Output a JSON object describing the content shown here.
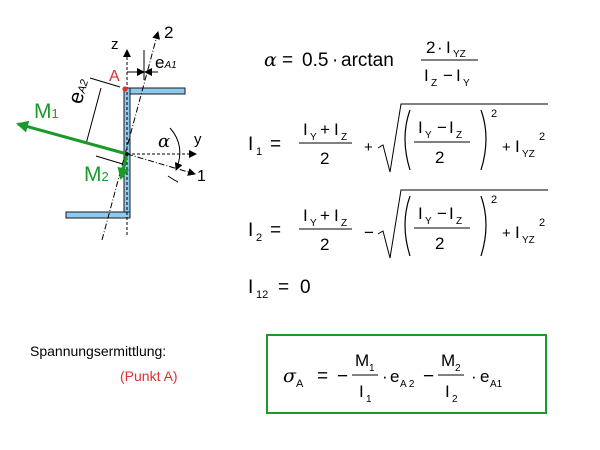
{
  "diagram": {
    "axis_z": "z",
    "axis_y": "y",
    "axis_1": "1",
    "axis_2": "2",
    "point_a": "A",
    "e_a1_main": "e",
    "e_a1_sub": "A1",
    "e_a2_main": "e",
    "e_a2_sub": "A2",
    "m1_main": "M",
    "m1_sub": "1",
    "m2_main": "M",
    "m2_sub": "2",
    "alpha": "α"
  },
  "formulas": {
    "alpha": {
      "lhs": "α",
      "eq": "=",
      "factor": "0.5",
      "dot": "·",
      "func": "arctan",
      "num_2": "2",
      "num_dot": "·",
      "num_i": "I",
      "num_sub": "YZ",
      "den_i1": "I",
      "den_sub1": "Z",
      "den_minus": "−",
      "den_i2": "I",
      "den_sub2": "Y"
    },
    "i1": {
      "i": "I",
      "sub": "1",
      "op": "+"
    },
    "i2": {
      "i": "I",
      "sub": "2",
      "op": "−"
    },
    "common": {
      "eq": "=",
      "plus": "+",
      "minus": "−",
      "two": "2",
      "sq": "2",
      "iy": "I",
      "iy_sub": "Y",
      "iz": "I",
      "iz_sub": "Z",
      "iyz": "I",
      "iyz_sub": "YZ"
    },
    "i12": {
      "i": "I",
      "sub": "12",
      "eq": "=",
      "val": "0"
    },
    "sigma": {
      "sigma": "σ",
      "sub_a": "A",
      "eq": "=",
      "minus1": "−",
      "minus2": "−",
      "m": "M",
      "m1_sub": "1",
      "m2_sub": "2",
      "i": "I",
      "i1_sub": "1",
      "i2_sub": "2",
      "dot": "·",
      "e": "e",
      "ea2_sub": "A 2",
      "ea1_sub": "A1"
    }
  },
  "labels": {
    "title": "Spannungsermittlung:",
    "subtitle": "(Punkt A)"
  },
  "colors": {
    "beam_fill": "#8ec9ee",
    "beam_stroke": "#1a1a1a",
    "accent_green": "#1a9a2a",
    "accent_red": "#e03030"
  }
}
